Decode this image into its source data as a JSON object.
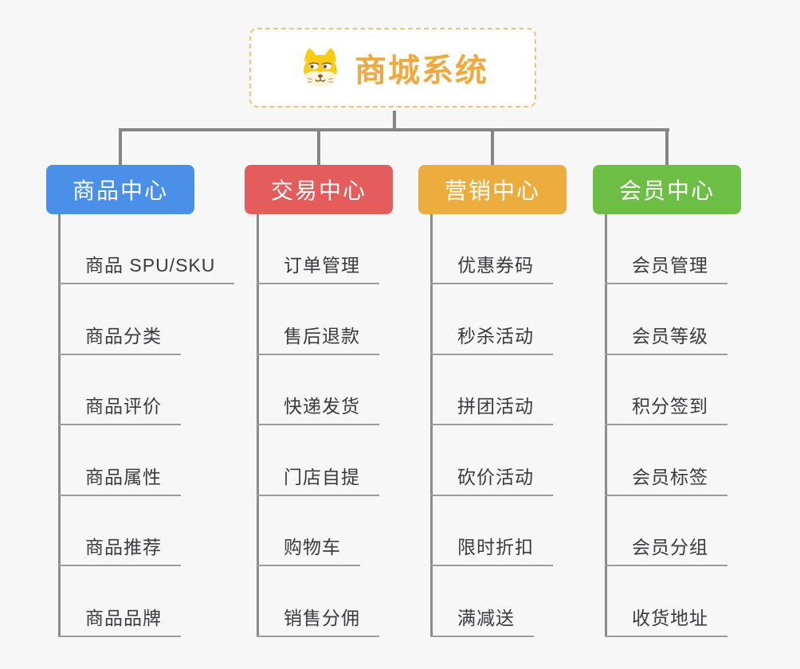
{
  "app": {
    "background_color": "#F7F7F7",
    "connector_color": "#858585"
  },
  "root": {
    "title": "商城系统",
    "icon": "shiba-dog-icon",
    "title_color": "#F0A93E",
    "border_color": "#F2C178"
  },
  "branches": [
    {
      "label": "商品中心",
      "color": "#4B90E8",
      "items": [
        "商品 SPU/SKU",
        "商品分类",
        "商品评价",
        "商品属性",
        "商品推荐",
        "商品品牌"
      ]
    },
    {
      "label": "交易中心",
      "color": "#E45C5C",
      "items": [
        "订单管理",
        "售后退款",
        "快递发货",
        "门店自提",
        "购物车",
        "销售分佣"
      ]
    },
    {
      "label": "营销中心",
      "color": "#EDAC3E",
      "items": [
        "优惠券码",
        "秒杀活动",
        "拼团活动",
        "砍价活动",
        "限时折扣",
        "满减送"
      ]
    },
    {
      "label": "会员中心",
      "color": "#6DBE45",
      "items": [
        "会员管理",
        "会员等级",
        "积分签到",
        "会员标签",
        "会员分组",
        "收货地址"
      ]
    }
  ]
}
